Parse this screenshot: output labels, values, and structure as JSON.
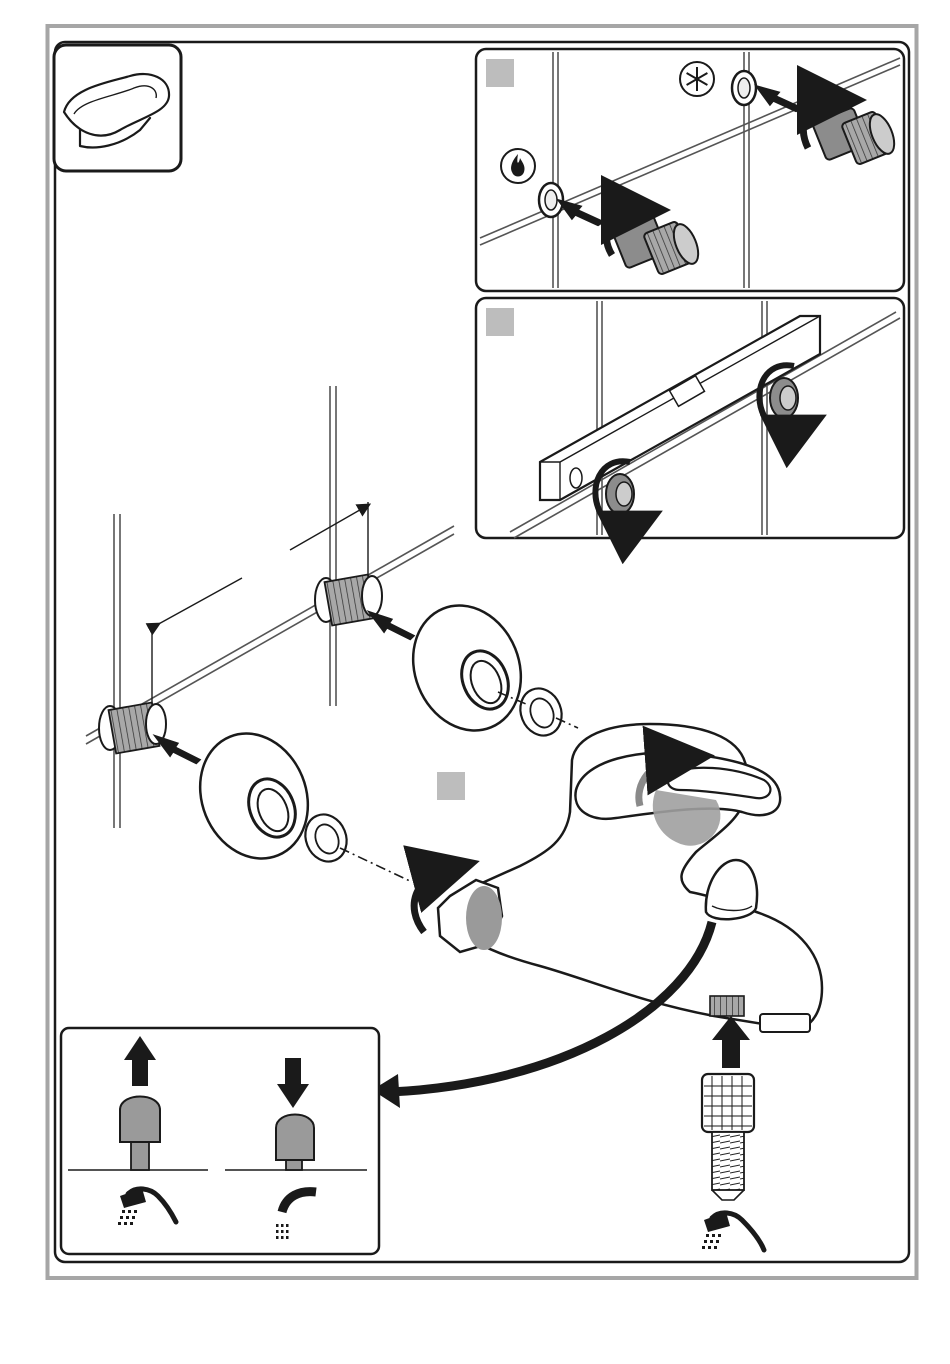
{
  "colors": {
    "outer_frame": "#a6a6a6",
    "ink": "#1a1a1a",
    "gray_fill": "#9a9a9a",
    "light_gray": "#d0d0d0",
    "step_badge": "#bdbdbd"
  },
  "icons": {
    "product": "bathtub-icon",
    "hot": "flame-icon",
    "cold": "snowflake-icon",
    "rotate": "curved-arrow-icon",
    "push": "arrow-icon",
    "shower": "hand-shower-icon",
    "spout": "bath-spout-icon"
  },
  "diverter_states": [
    {
      "direction": "up",
      "outlet": "hand-shower"
    },
    {
      "direction": "down",
      "outlet": "bath-spout"
    }
  ]
}
